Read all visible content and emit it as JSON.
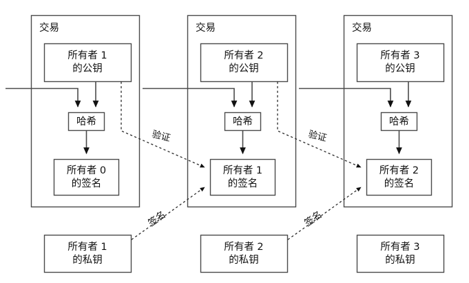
{
  "diagram": {
    "title": "Bitcoin transaction chain diagram",
    "colors": {
      "background": "#ffffff",
      "box_stroke": "#4a4a4a",
      "line_stroke": "#4a4a4a",
      "dashed_stroke": "#2b2b2b",
      "text": "#111111"
    },
    "transactions": [
      {
        "title": "交易",
        "public_key": "所有者 1\n的公钥",
        "public_key_line1": "所有者 1",
        "public_key_line2": "的公钥",
        "hash": "哈希",
        "signature_line1": "所有者 0",
        "signature_line2": "的签名"
      },
      {
        "title": "交易",
        "public_key": "所有者 2\n的公钥",
        "public_key_line1": "所有者 2",
        "public_key_line2": "的公钥",
        "hash": "哈希",
        "signature_line1": "所有者 1",
        "signature_line2": "的签名"
      },
      {
        "title": "交易",
        "public_key": "所有者 3\n的公钥",
        "public_key_line1": "所有者 3",
        "public_key_line2": "的公钥",
        "hash": "哈希",
        "signature_line1": "所有者 2",
        "signature_line2": "的签名"
      }
    ],
    "private_keys": [
      {
        "line1": "所有者 1",
        "line2": "的私钥"
      },
      {
        "line1": "所有者 2",
        "line2": "的私钥"
      },
      {
        "line1": "所有者 3",
        "line2": "的私钥"
      }
    ],
    "edge_labels": {
      "verify": "验证",
      "sign": "签名"
    },
    "edges": [
      {
        "kind": "verify",
        "label": "验证",
        "from": "tx1-public-key",
        "to": "tx2-signature"
      },
      {
        "kind": "verify",
        "label": "验证",
        "from": "tx2-public-key",
        "to": "tx3-signature"
      },
      {
        "kind": "sign",
        "label": "签名",
        "from": "owner1-private-key",
        "to": "tx2-signature"
      },
      {
        "kind": "sign",
        "label": "签名",
        "from": "owner2-private-key",
        "to": "tx3-signature"
      }
    ]
  }
}
